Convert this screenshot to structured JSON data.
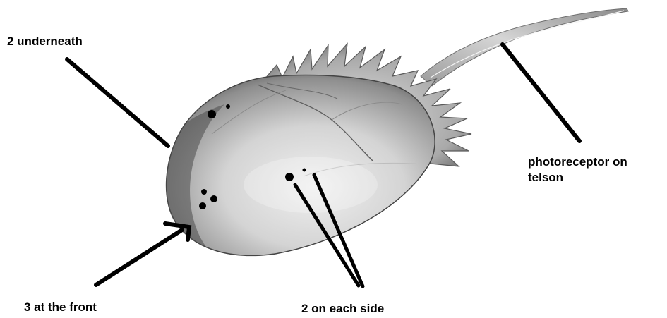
{
  "diagram": {
    "labels": {
      "underneath": "2 underneath",
      "telson": "photoreceptor on\ntelson",
      "front": "3 at the front",
      "side": "2 on each side"
    },
    "colors": {
      "ink": "#000000",
      "shell_light": "#e4e4e4",
      "shell_mid": "#b5b5b5",
      "shell_dark": "#4a4a4a"
    }
  }
}
